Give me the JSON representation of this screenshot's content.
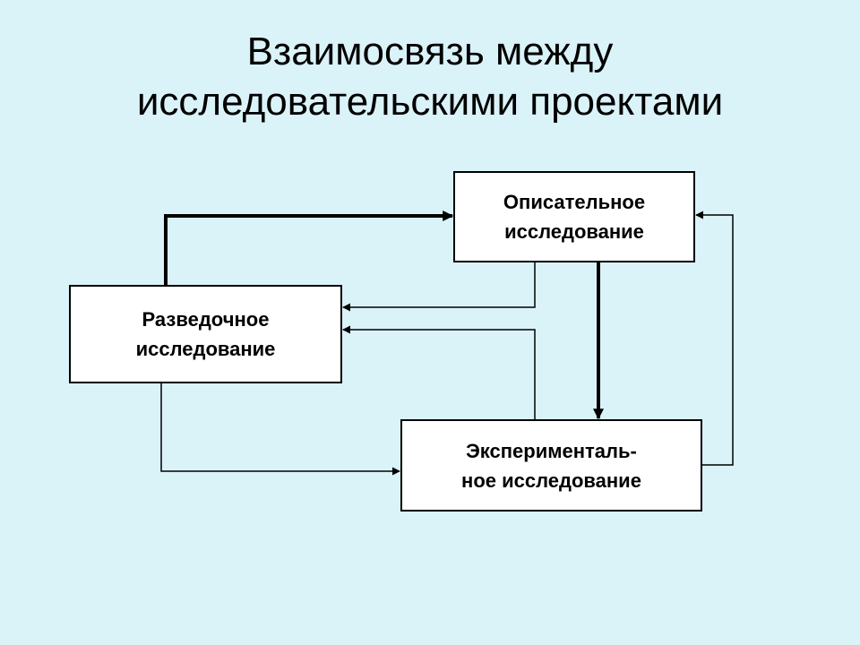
{
  "title": {
    "line1": "Взаимосвязь между",
    "line2": "исследовательскими проектами"
  },
  "boxes": {
    "descriptive": {
      "line1": "Описательное",
      "line2": "исследование"
    },
    "exploratory": {
      "line1": "Разведочное",
      "line2": "исследование"
    },
    "experimental": {
      "line1": "Эксперименталь-",
      "line2": "ное исследование"
    }
  },
  "colors": {
    "background": "#daf3f9",
    "box_fill": "#ffffff",
    "stroke": "#000000"
  }
}
